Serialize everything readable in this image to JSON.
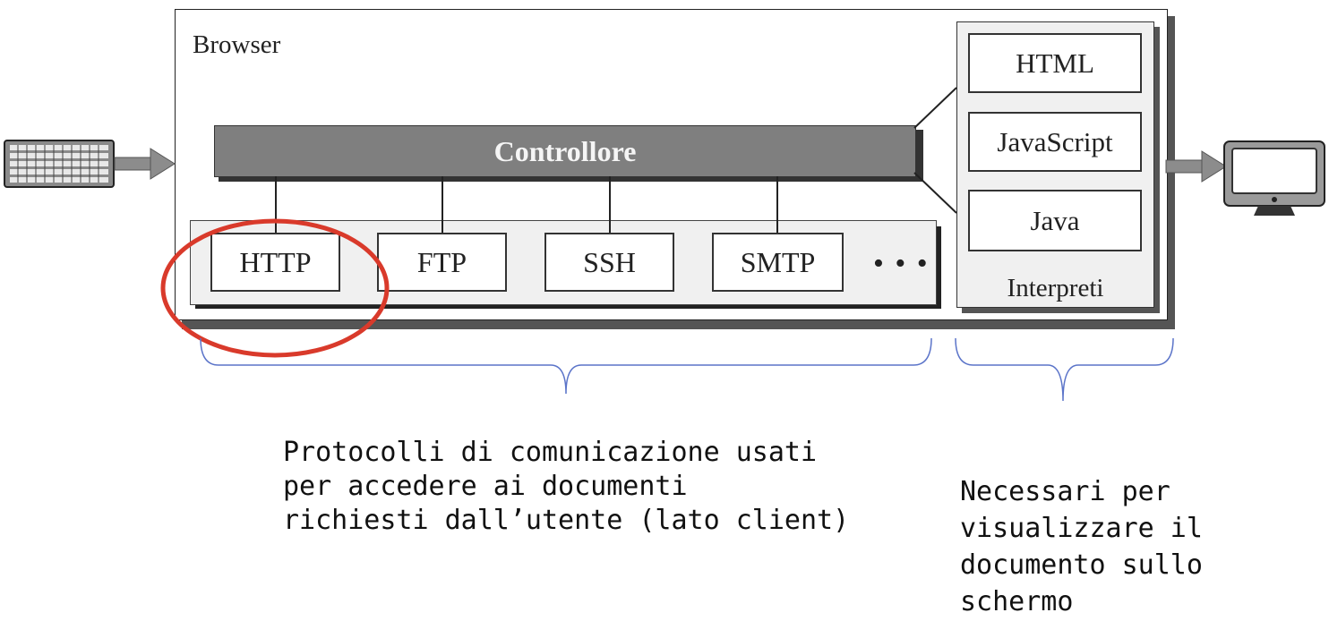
{
  "browser": {
    "title": "Browser"
  },
  "controller": {
    "label": "Controllore"
  },
  "protocols": [
    {
      "label": "HTTP"
    },
    {
      "label": "FTP"
    },
    {
      "label": "SSH"
    },
    {
      "label": "SMTP"
    }
  ],
  "protocols_more": "• • •",
  "interpreters": {
    "items": [
      {
        "label": "HTML"
      },
      {
        "label": "JavaScript"
      },
      {
        "label": "Java"
      }
    ],
    "label": "Interpreti"
  },
  "captions": {
    "protocols": "Protocolli di comunicazione usati\nper accedere ai documenti\nrichiesti dall’utente (lato client)",
    "interpreters": "Necessari per\nvisualizzare il\ndocumento sullo\nschermo"
  },
  "colors": {
    "highlight_circle": "#d93a2b",
    "brace": "#5b74c9",
    "controller_fill": "#7f7f7f"
  },
  "icons": {
    "input": "keyboard-icon",
    "output": "monitor-icon"
  }
}
